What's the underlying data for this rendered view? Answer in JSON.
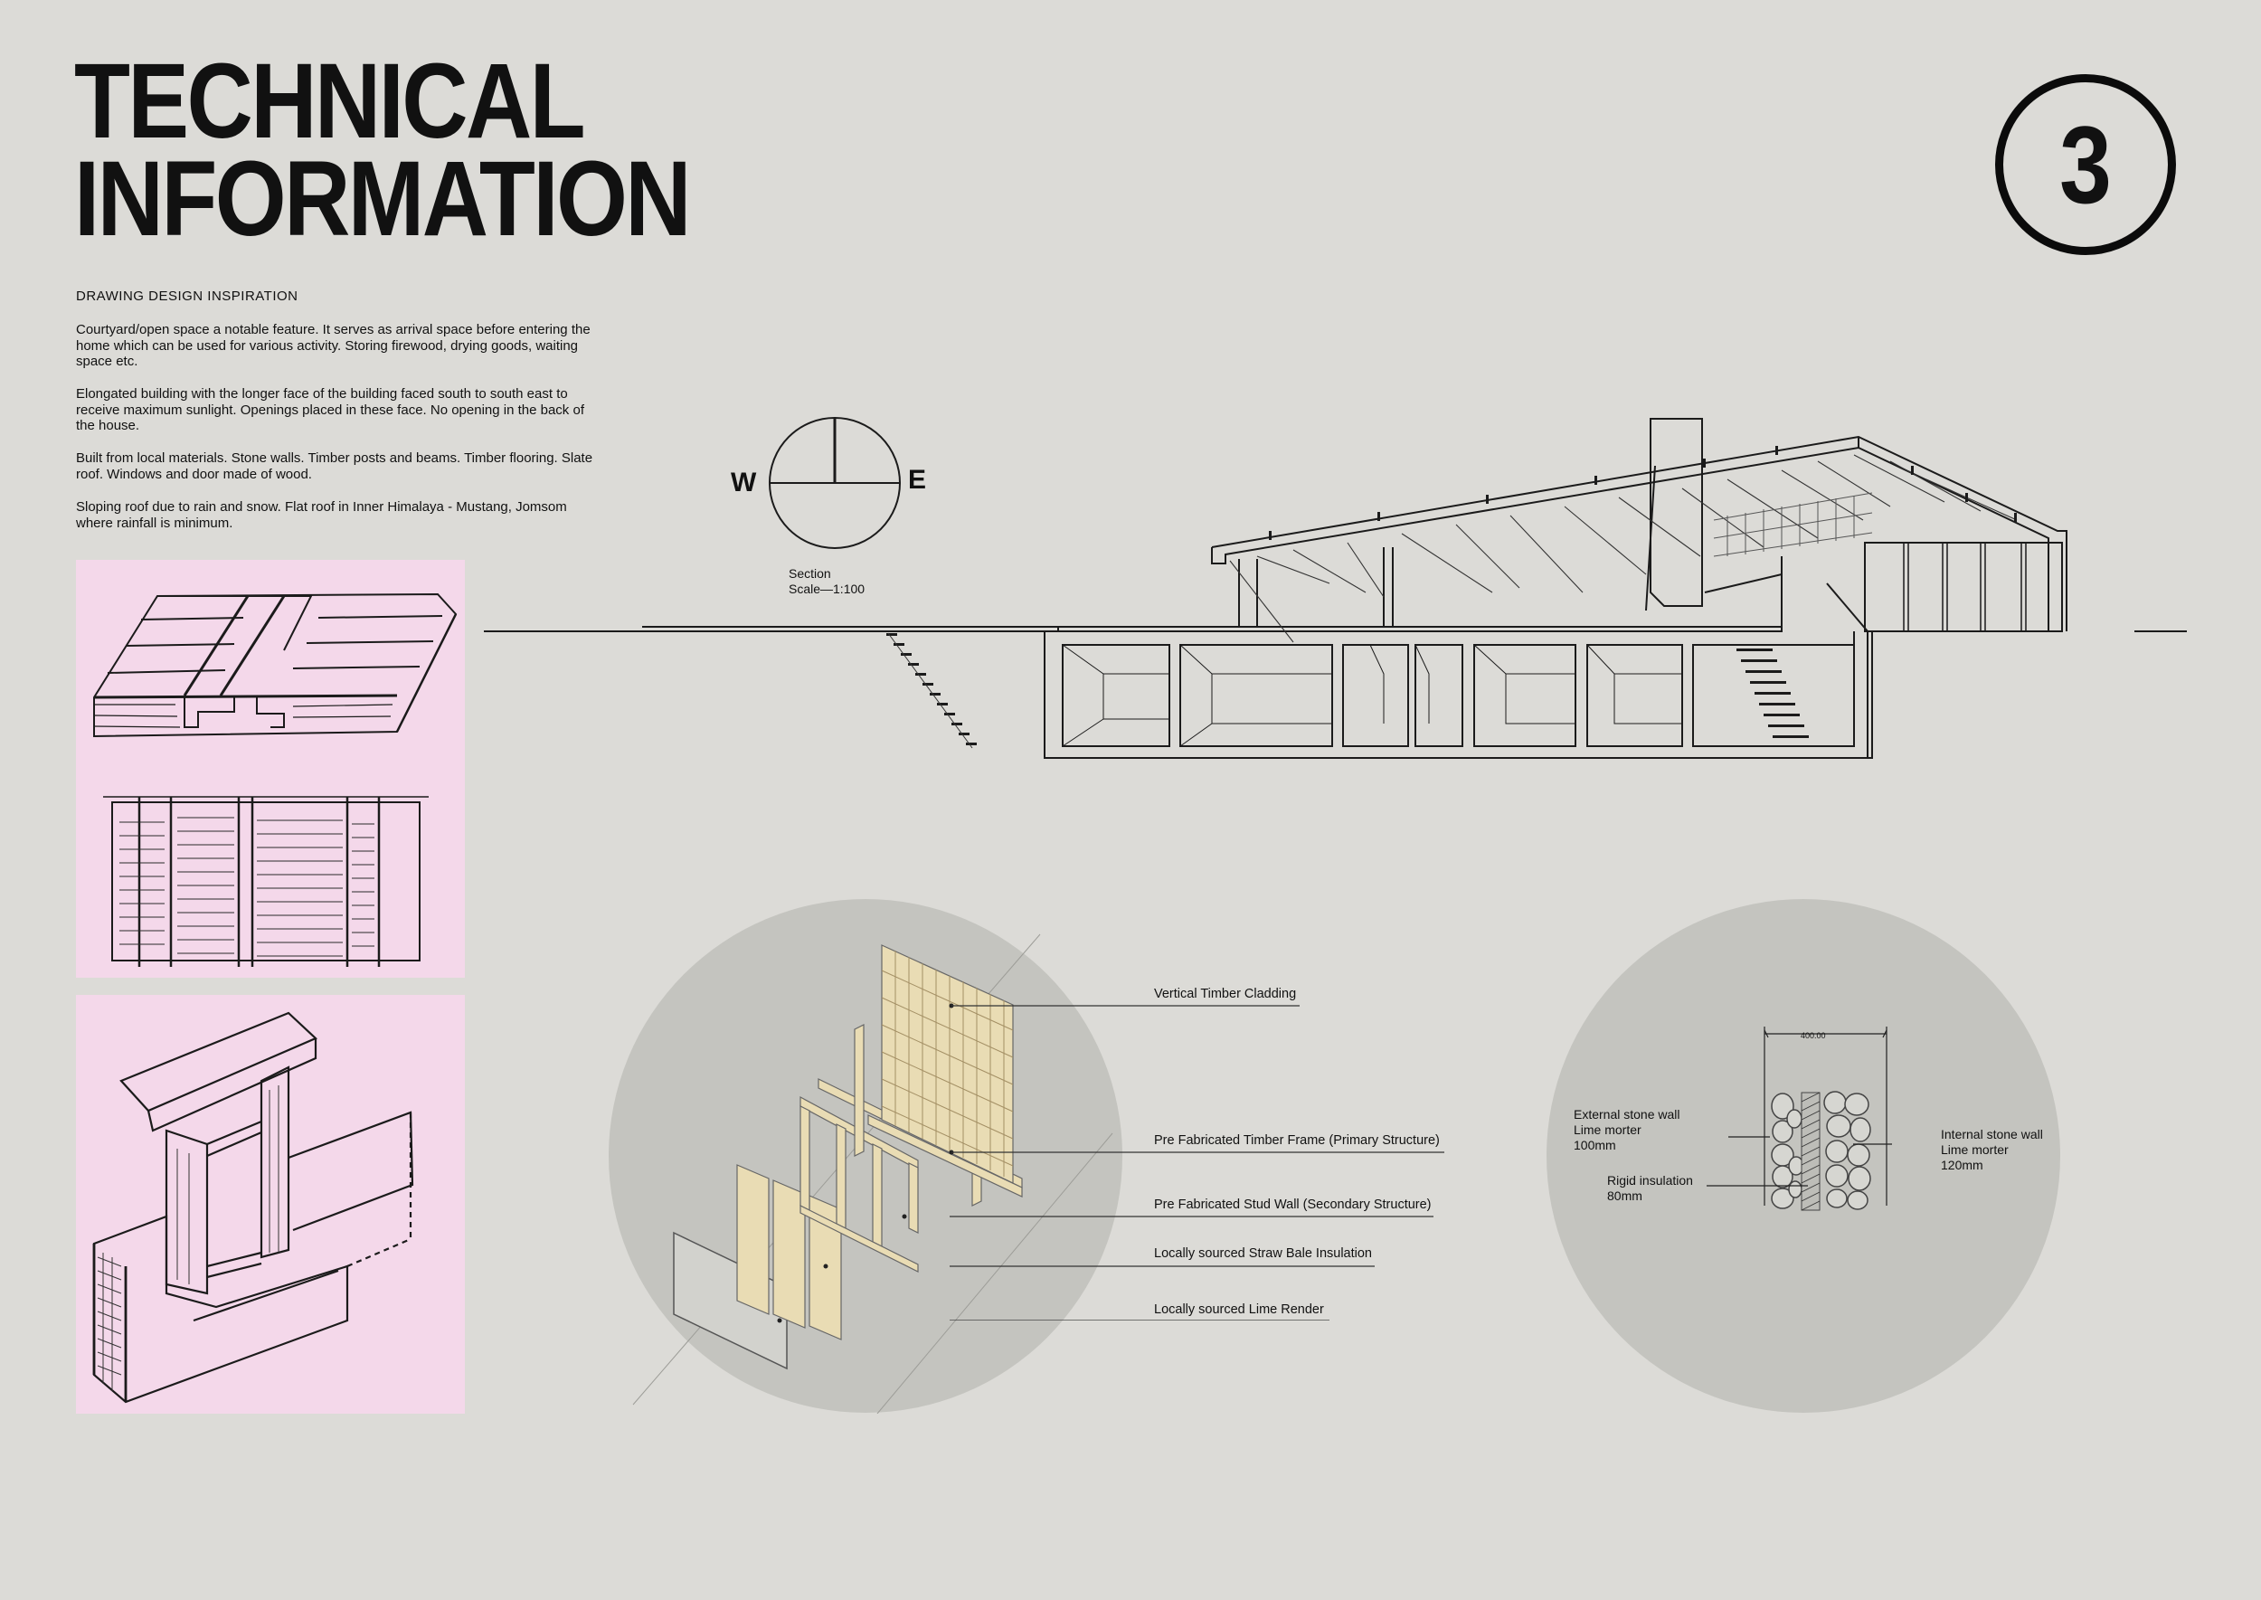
{
  "header": {
    "title_line1": "TECHNICAL",
    "title_line2": "INFORMATION",
    "page_number": "3",
    "subheading": "DRAWING DESIGN INSPIRATION"
  },
  "paragraphs": [
    "Courtyard/open space a notable feature. It serves as arrival space before entering the home which can be used for various activity. Storing firewood, drying goods, waiting space etc.",
    "Elongated building with the longer face of the building faced south to south east to receive maximum sunlight. Openings placed in these face. No opening in the back of the house.",
    "Built from local materials. Stone walls. Timber posts and beams. Timber flooring. Slate roof. Windows and door made of wood.",
    "Sloping roof due to rain and snow. Flat roof in Inner Himalaya - Mustang, Jomsom where rainfall is minimum."
  ],
  "compass": {
    "west": "W",
    "east": "E"
  },
  "section": {
    "label": "Section",
    "scale": "Scale—1:100"
  },
  "exploded": {
    "layers": [
      "Vertical Timber Cladding",
      "Pre Fabricated Timber Frame (Primary Structure)",
      "Pre Fabricated Stud Wall (Secondary Structure)",
      "Locally sourced Straw Bale Insulation",
      "Locally sourced Lime Render"
    ]
  },
  "wall_detail": {
    "dimension": "400.00",
    "external": [
      "External stone wall",
      "Lime morter",
      "100mm"
    ],
    "insulation": [
      "Rigid insulation",
      "80mm"
    ],
    "internal": [
      "Internal stone wall",
      "Lime morter",
      "120mm"
    ]
  },
  "colors": {
    "background": "#dcdbd7",
    "panel": "#f4d8ea",
    "circle": "#c4c4bf",
    "timber": "#e9dcb4"
  }
}
